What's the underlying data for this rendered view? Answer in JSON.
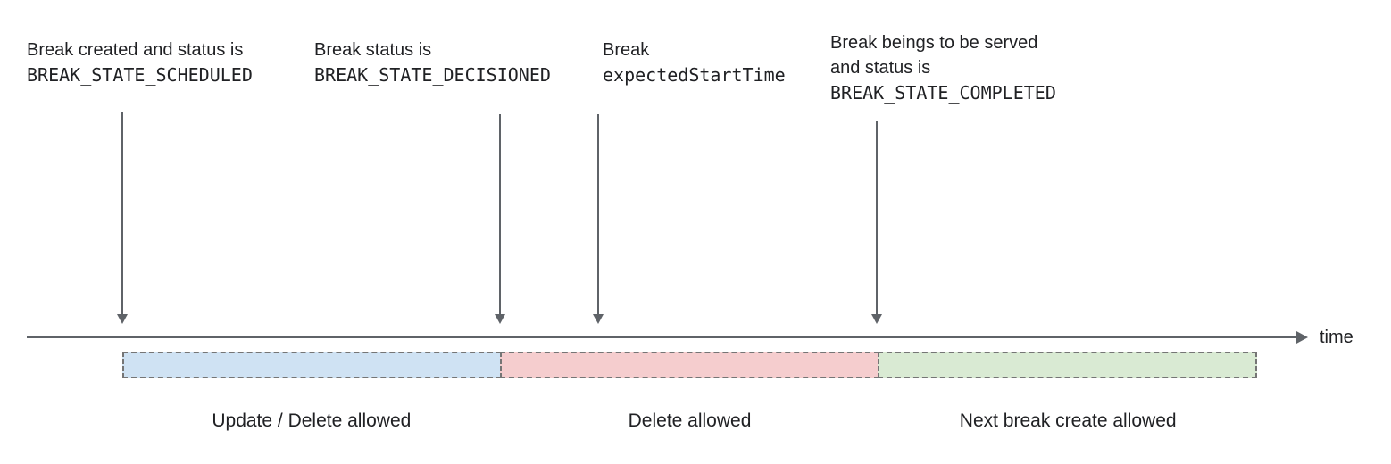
{
  "annotations": [
    {
      "line1": "Break created and status is",
      "code": "BREAK_STATE_SCHEDULED"
    },
    {
      "line1": "Break status is",
      "code": "BREAK_STATE_DECISIONED"
    },
    {
      "line1": "Break",
      "code": "expectedStartTime"
    },
    {
      "line1": "Break beings to be served",
      "line2": "and status is",
      "code": "BREAK_STATE_COMPLETED"
    }
  ],
  "timeline": {
    "axis_label": "time"
  },
  "segments": [
    {
      "label": "Update / Delete allowed",
      "color": "#cfe2f3"
    },
    {
      "label": "Delete allowed",
      "color": "#f5cdce"
    },
    {
      "label": "Next break create allowed",
      "color": "#d9ead3"
    }
  ],
  "colors": {
    "arrow": "#5f6368",
    "text": "#202124",
    "segment_border": "#757575"
  }
}
